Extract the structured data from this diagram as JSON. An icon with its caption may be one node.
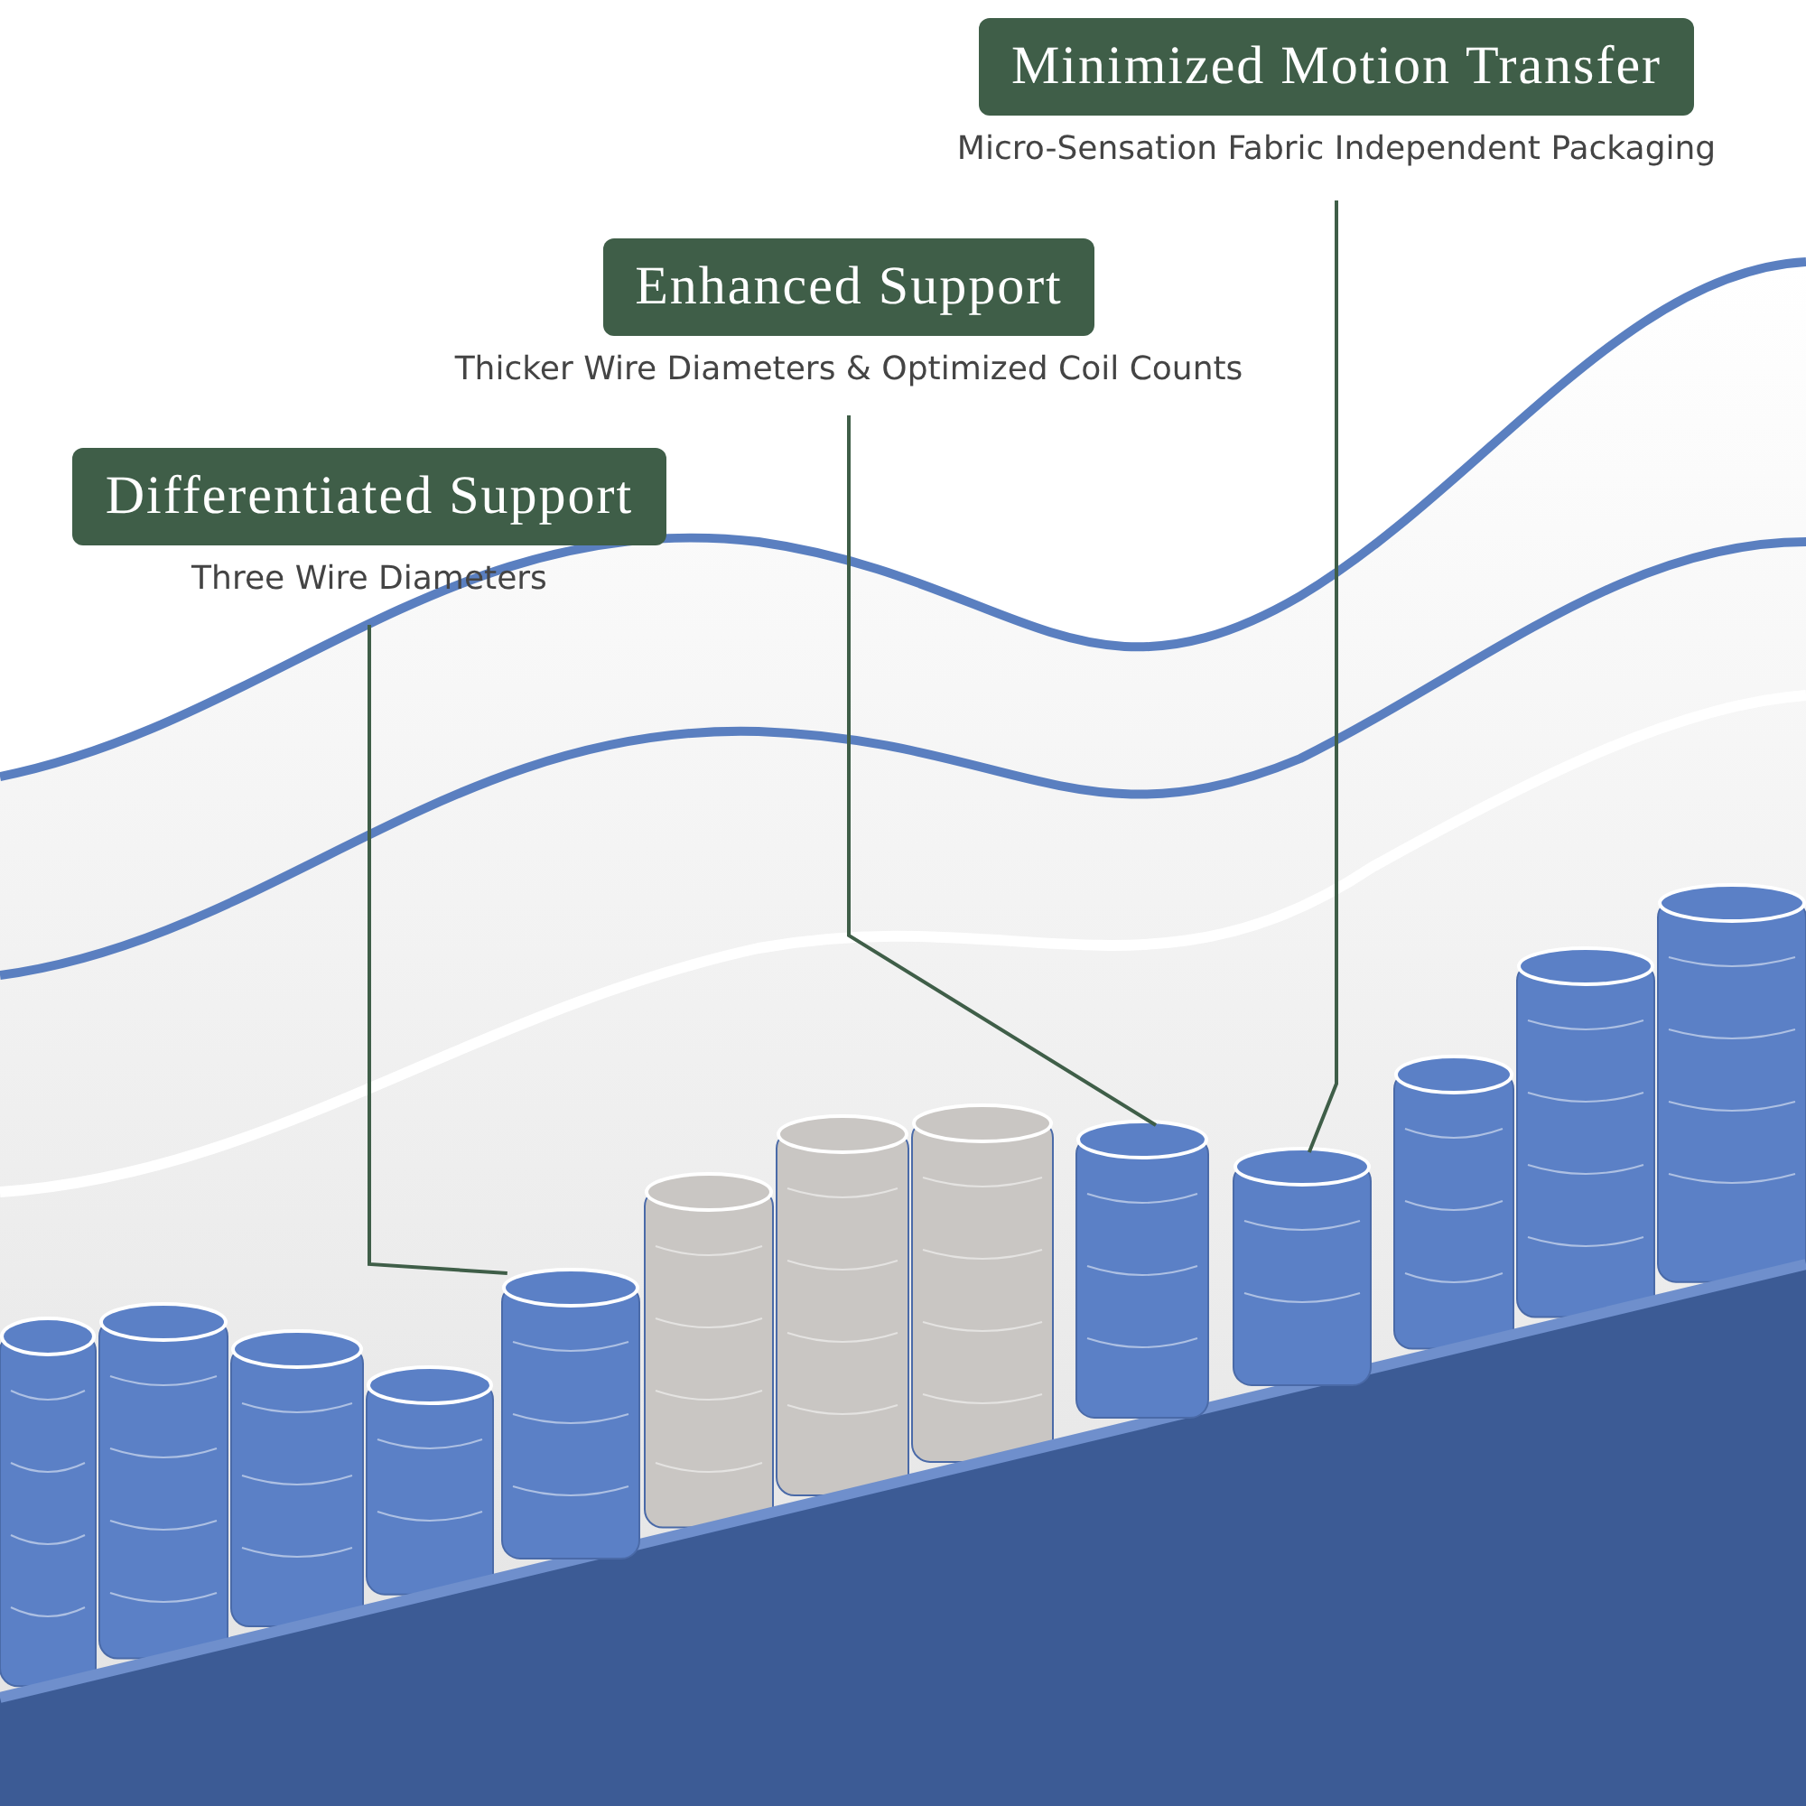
{
  "diagram": {
    "nodes": [
      {
        "text": [
          "Minimized Motion Transfer"
        ],
        "beside": [
          "Micro-Sensation Fabric Independent Packaging"
        ]
      },
      {
        "text": [
          "Enhanced Support"
        ],
        "beside": [
          "Thicker Wire Diameters & Optimized Coil Counts"
        ]
      },
      {
        "text": [
          "Differentiated Support"
        ],
        "beside": [
          "Three Wire Diameters"
        ]
      },
      {
        "text": [],
        "shape": "picture"
      },
      {
        "text": [],
        "shape": "picture"
      },
      {
        "text": [],
        "shape": "picture"
      }
    ],
    "edges": [
      {
        "from": 0,
        "to": 5,
        "arrow": "none"
      },
      {
        "from": 1,
        "to": 4,
        "arrow": "none"
      },
      {
        "from": 2,
        "to": 3,
        "arrow": "none"
      }
    ]
  }
}
